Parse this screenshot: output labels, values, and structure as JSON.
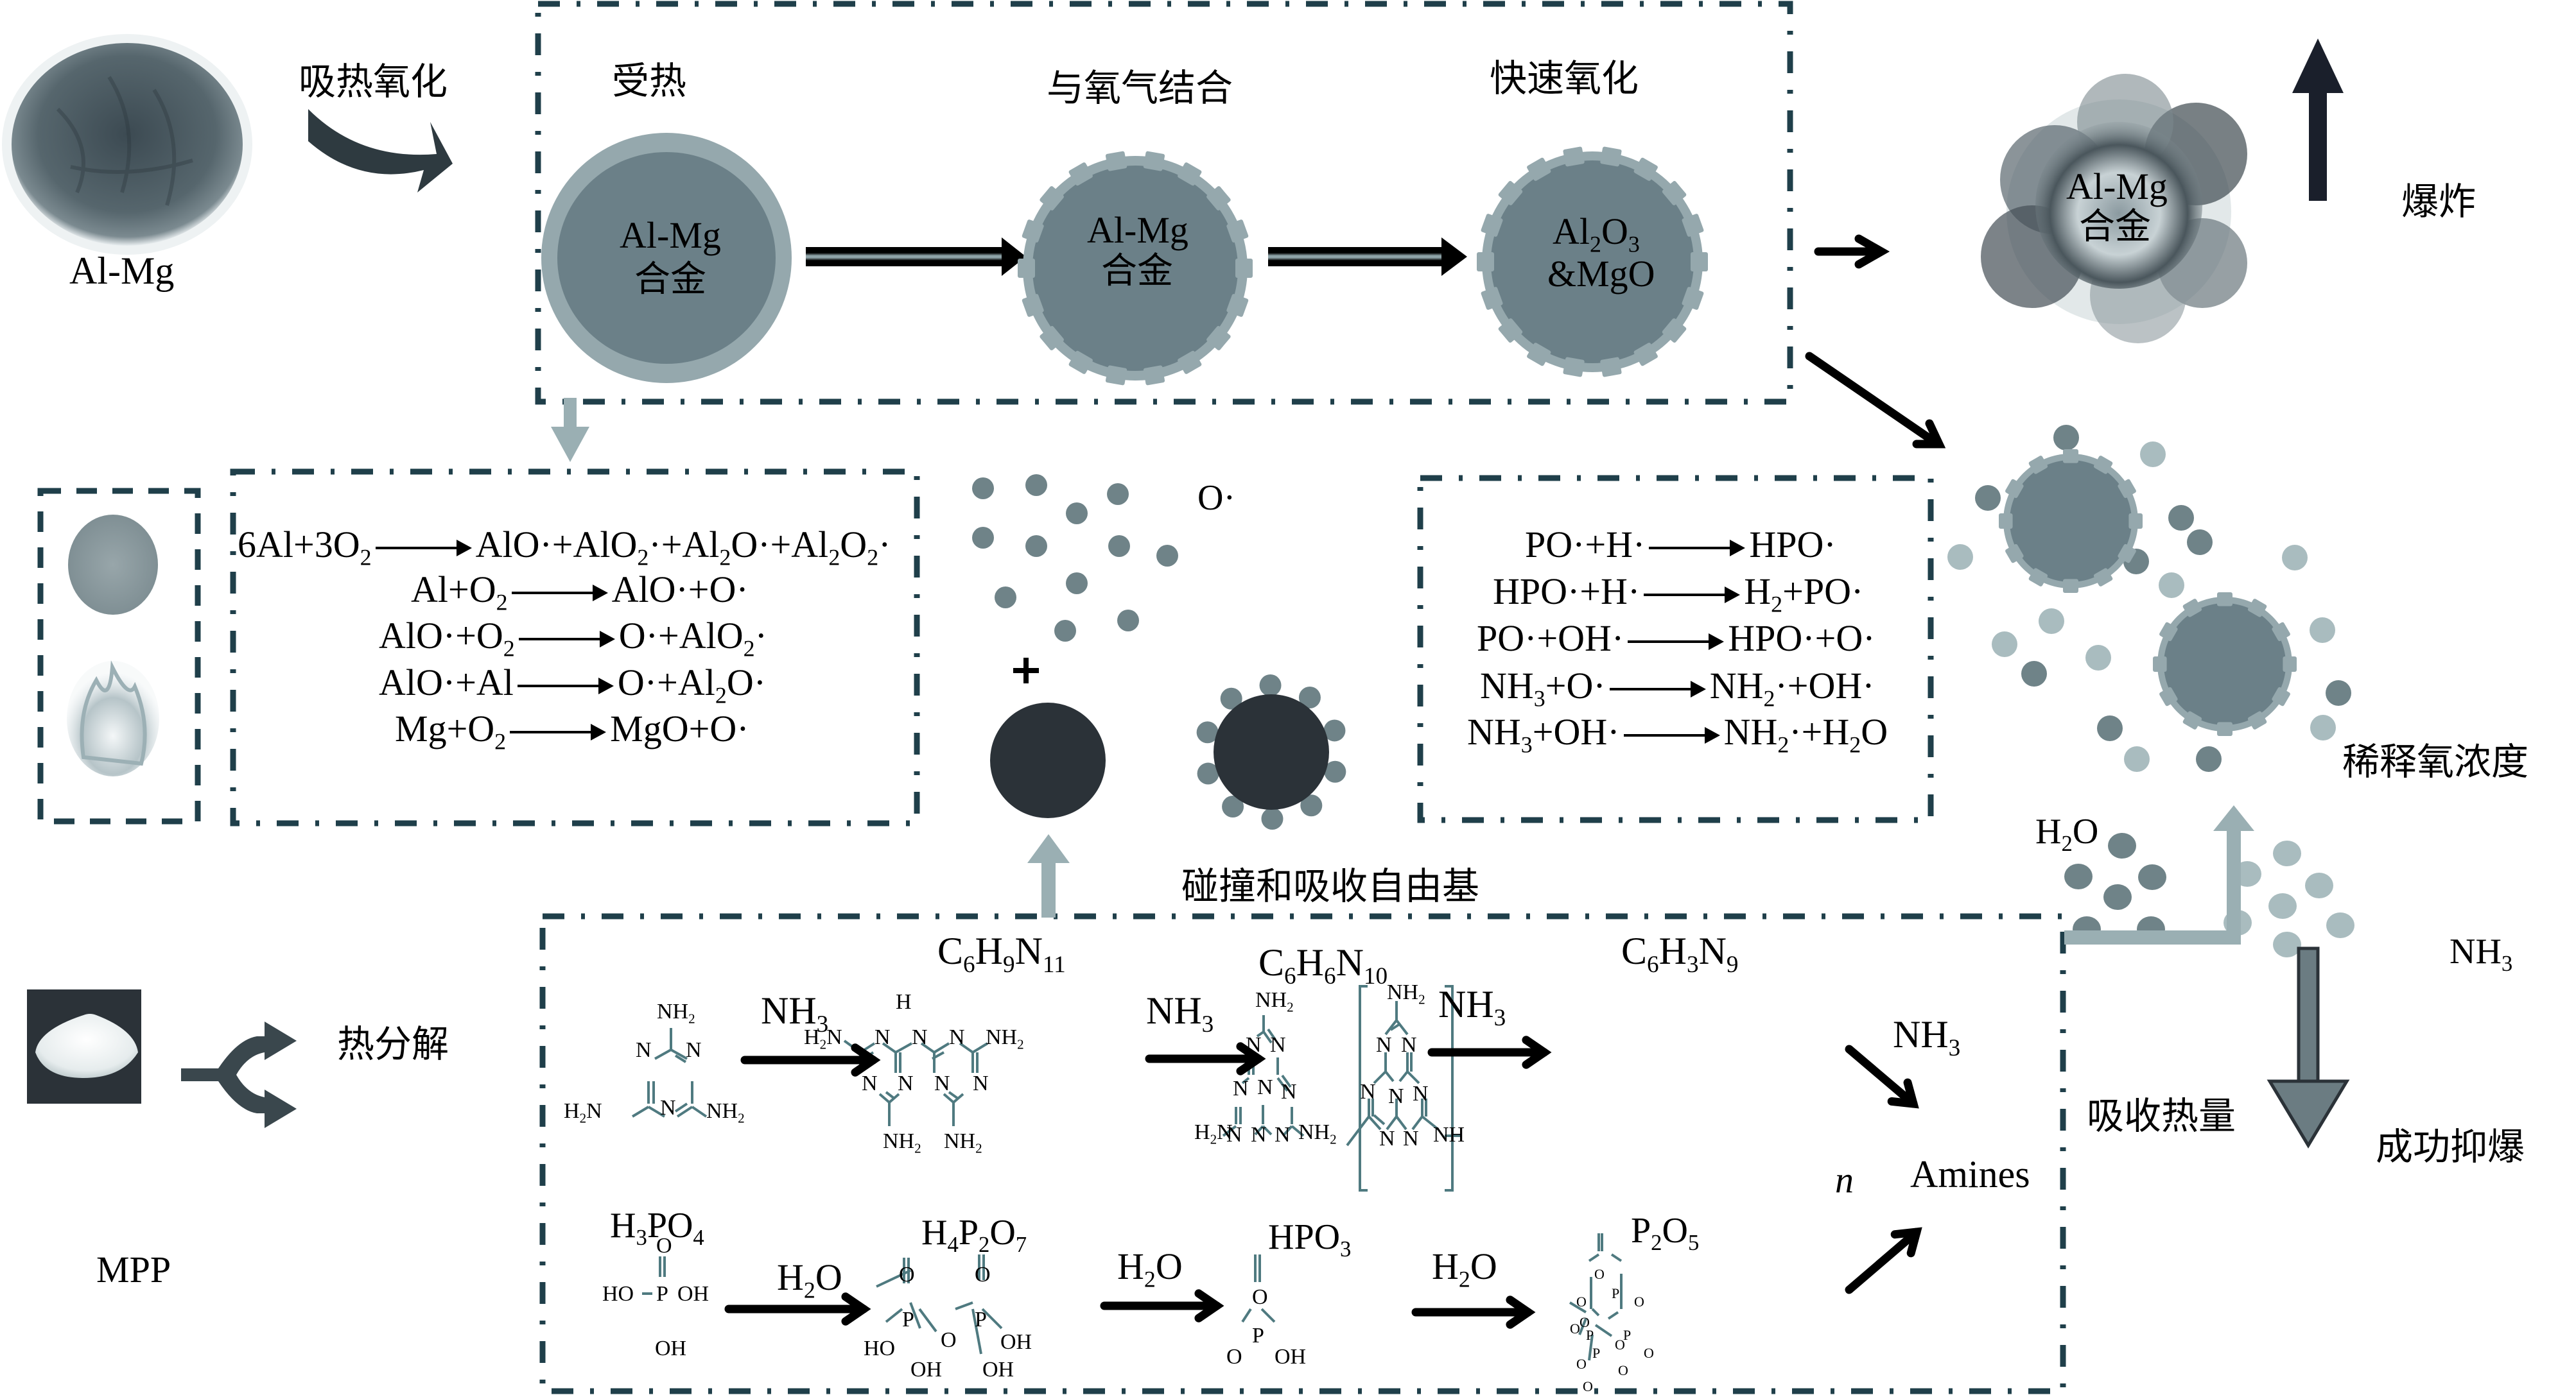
{
  "title": "Al-Mg alloy explosion and MPP suppression mechanism",
  "colors": {
    "frame": "#1f3f4a",
    "particle_core": "#6b8088",
    "particle_shell": "#95a8ad",
    "particle_dark": "#2b3238",
    "radical": "#6f8388",
    "light_radical": "#a9bcbf",
    "gray_arrow": "#9aafb3",
    "dark_arrow": "#1a1f2b",
    "bond": "#4f7a80"
  },
  "top": {
    "almg_label": "Al-Mg",
    "step_label": "吸热氧化",
    "stage1": {
      "title": "受热",
      "line1": "Al-Mg",
      "line2": "合金"
    },
    "stage2": {
      "title": "与氧气结合",
      "line1": "Al-Mg",
      "line2": "合金"
    },
    "stage3": {
      "title": "快速氧化",
      "line1_a": "Al",
      "line1_s1": "2",
      "line1_b": "O",
      "line1_s2": "3",
      "line2": "&MgO"
    },
    "explosion": {
      "line1": "Al-Mg",
      "line2": "合金",
      "label": "爆炸"
    }
  },
  "left_equations": [
    [
      "6Al+3O",
      "2",
      "→",
      "AlO·+AlO",
      "2",
      "·+Al",
      "2",
      "O·+Al",
      "2",
      "O",
      "2",
      "·"
    ],
    [
      "Al+O",
      "2",
      "→",
      "AlO·+O·"
    ],
    [
      "AlO·+O",
      "2",
      "→",
      "O·+AlO",
      "2",
      "·"
    ],
    [
      "AlO·+Al",
      "",
      "→",
      "O·+Al",
      "2",
      "O·"
    ],
    [
      "Mg+O",
      "2",
      "→",
      "MgO+O·"
    ]
  ],
  "radicals": {
    "label": "O·",
    "plus": "+",
    "caption": "碰撞和吸收自由基"
  },
  "right_equations": [
    {
      "lhs": [
        [
          "PO·+H·",
          ""
        ]
      ],
      "rhs": [
        [
          "HPO·",
          ""
        ]
      ]
    },
    {
      "lhs": [
        [
          "HPO·+H·",
          ""
        ]
      ],
      "rhs": [
        [
          "H",
          "2"
        ],
        [
          "+PO·",
          ""
        ]
      ]
    },
    {
      "lhs": [
        [
          "PO·+OH·",
          ""
        ]
      ],
      "rhs": [
        [
          "HPO·+O·",
          ""
        ]
      ]
    },
    {
      "lhs": [
        [
          "NH",
          "3"
        ],
        [
          "+O·",
          ""
        ]
      ],
      "rhs": [
        [
          "NH",
          "2"
        ],
        [
          "·+OH·",
          ""
        ]
      ]
    },
    {
      "lhs": [
        [
          "NH",
          "3"
        ],
        [
          "+OH·",
          ""
        ]
      ],
      "rhs": [
        [
          "NH",
          "2"
        ],
        [
          "·+H",
          "2"
        ],
        [
          "O",
          ""
        ]
      ]
    }
  ],
  "dilution": {
    "label": "稀释氧浓度",
    "h2o_a": "H",
    "h2o_s": "2",
    "h2o_b": "O",
    "nh3_a": "NH",
    "nh3_s": "3",
    "absorb_label": "吸收热量",
    "success_label": "成功抑爆"
  },
  "mpp": {
    "label": "MPP",
    "step_label": "热分解"
  },
  "melamine_chain": {
    "reagent": {
      "a": "NH",
      "s": "3"
    },
    "melamine": {
      "nh2": "NH",
      "nh2s": "2",
      "h2n": "H",
      "h2ns": "2",
      "n": "N"
    },
    "melam": {
      "formula": [
        [
          "C",
          "6"
        ],
        [
          "H",
          "9"
        ],
        [
          "N",
          "11"
        ]
      ],
      "h": "H"
    },
    "melem": {
      "formula": [
        [
          "C",
          "6"
        ],
        [
          "H",
          "6"
        ],
        [
          "N",
          "10"
        ]
      ]
    },
    "melon": {
      "formula": [
        [
          "C",
          "6"
        ],
        [
          "H",
          "3"
        ],
        [
          "N",
          "9"
        ]
      ],
      "nh": "NH",
      "n_italic": "n"
    },
    "amines": "Amines",
    "nh3_to_amines": {
      "a": "NH",
      "s": "3"
    }
  },
  "phosphate_chain": {
    "h3po4": [
      [
        "H",
        "3"
      ],
      [
        "PO",
        "4"
      ]
    ],
    "h4p2o7": [
      [
        "H",
        "4"
      ],
      [
        "P",
        "2"
      ],
      [
        "O",
        "7"
      ]
    ],
    "hpo3": [
      [
        "HPO",
        "3"
      ]
    ],
    "p2o5": [
      [
        "P",
        "2"
      ],
      [
        "O",
        "5"
      ]
    ],
    "water": {
      "a": "H",
      "s": "2",
      "b": "O"
    },
    "atoms": {
      "O": "O",
      "P": "P",
      "OH": "OH",
      "HO": "HO"
    }
  }
}
